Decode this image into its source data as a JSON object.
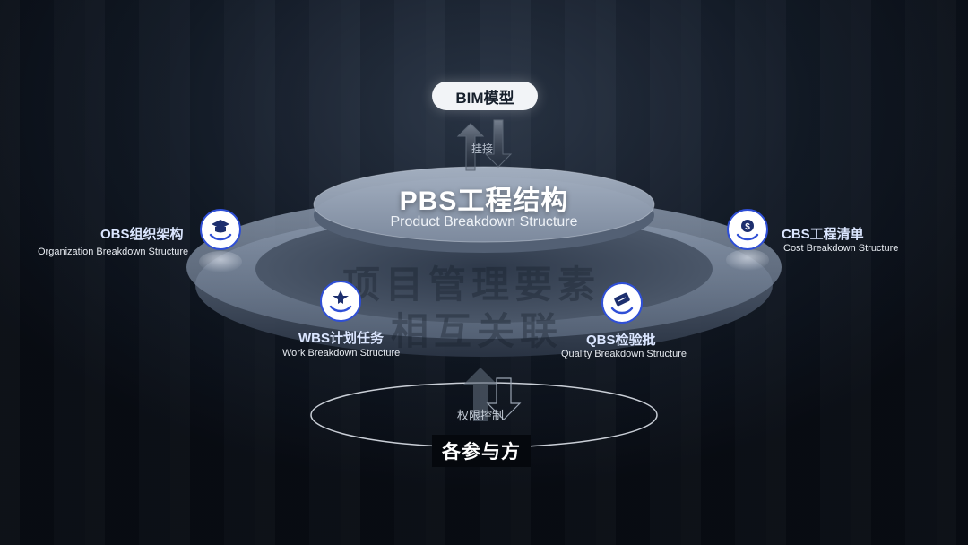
{
  "top_box": "BIM模型",
  "top_link": "挂接",
  "center": {
    "title": "PBS工程结构",
    "subtitle": "Product Breakdown Structure"
  },
  "watermark": {
    "line1": "项目管理要素",
    "line2": "相互关联"
  },
  "nodes": [
    {
      "id": "obs",
      "title": "OBS组织架构",
      "subtitle": "Organization Breakdown Structure",
      "icon": "graduation-cap-icon"
    },
    {
      "id": "cbs",
      "title": "CBS工程清单",
      "subtitle": "Cost Breakdown Structure",
      "icon": "dollar-coin-icon"
    },
    {
      "id": "wbs",
      "title": "WBS计划任务",
      "subtitle": "Work Breakdown Structure",
      "icon": "plane-icon"
    },
    {
      "id": "qbs",
      "title": "QBS检验批",
      "subtitle": "Quality Breakdown Structure",
      "icon": "ticket-icon"
    }
  ],
  "bottom_link": "权限控制",
  "bottom_box": "各参与方",
  "colors": {
    "icon_blue": "#2f4fd6",
    "pill_bg": "#f2f4f7"
  }
}
